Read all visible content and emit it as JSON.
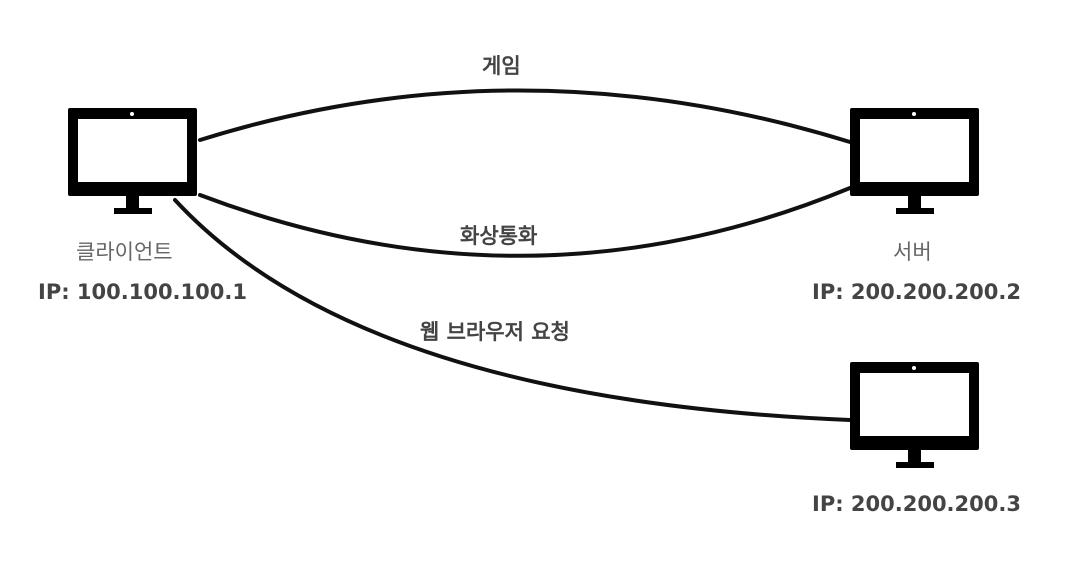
{
  "nodes": {
    "client": {
      "name": "클라이언트",
      "ip": "IP: 100.100.100.1"
    },
    "server": {
      "name": "서버",
      "ip": "IP: 200.200.200.2"
    },
    "server2": {
      "ip": "IP: 200.200.200.3"
    }
  },
  "edges": {
    "game": "게임",
    "video_call": "화상통화",
    "web_request": "웹 브라우저 요청"
  },
  "colors": {
    "line": "#111111",
    "monitor": "#000000",
    "text": "#444444"
  },
  "icons": [
    "monitor-icon"
  ]
}
